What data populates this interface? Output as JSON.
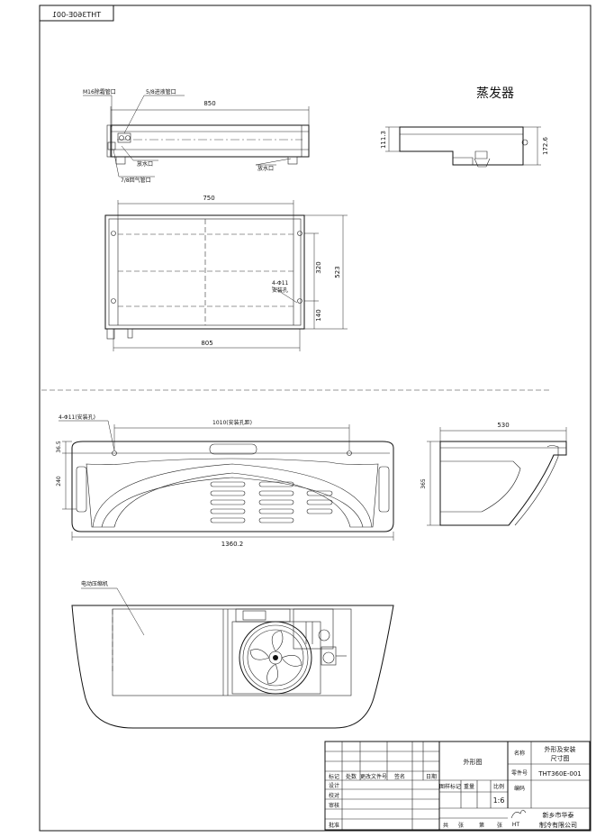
{
  "drawing": {
    "drawing_number": "THT360E-001",
    "evaporator_title": "蒸发器",
    "labels": {
      "defrost_pipe": "M16除霜管口",
      "inlet_pipe": "5/8进液管口",
      "drain_1": "放水口",
      "drain_2": "放水口",
      "return_pipe": "7/8回气管口",
      "mount_holes_top": "4-Φ11",
      "mount_holes_top_sub": "安装孔",
      "mount_holes_main": "4-Φ11(安装孔)",
      "hole_spacing_main": "1010(安装孔距)",
      "compressor": "电动压缩机"
    },
    "dimensions": {
      "side_width": "850",
      "side_height": "111.3",
      "right_height": "172.6",
      "top_width": "750",
      "top_bottom_width": "805",
      "top_h1": "320",
      "top_h2": "140",
      "top_total": "523",
      "front_offset": "36.5",
      "front_height": "240",
      "front_width": "1360.2",
      "side_view_width": "530",
      "side_view_height": "365"
    }
  },
  "title_block": {
    "name": "外形图",
    "label_name": "名称",
    "description_1": "外形及安装",
    "description_2": "尺寸图",
    "label_drawing_no": "零件号",
    "drawing_no": "THT360E-001",
    "label_code": "编码",
    "scale": "1:6",
    "company_1": "新乡市华泰",
    "company_2": "制冷有限公司",
    "logo_text": "HT",
    "rows": [
      "标记",
      "设计",
      "校对",
      "审核",
      "批准"
    ],
    "header_cols": [
      "处数",
      "更改文件号",
      "签名",
      "日期"
    ],
    "bottom": [
      "共",
      "张",
      "第",
      "张"
    ],
    "stage_label": "图样标记",
    "weight_label": "重量",
    "scale_label": "比例"
  }
}
